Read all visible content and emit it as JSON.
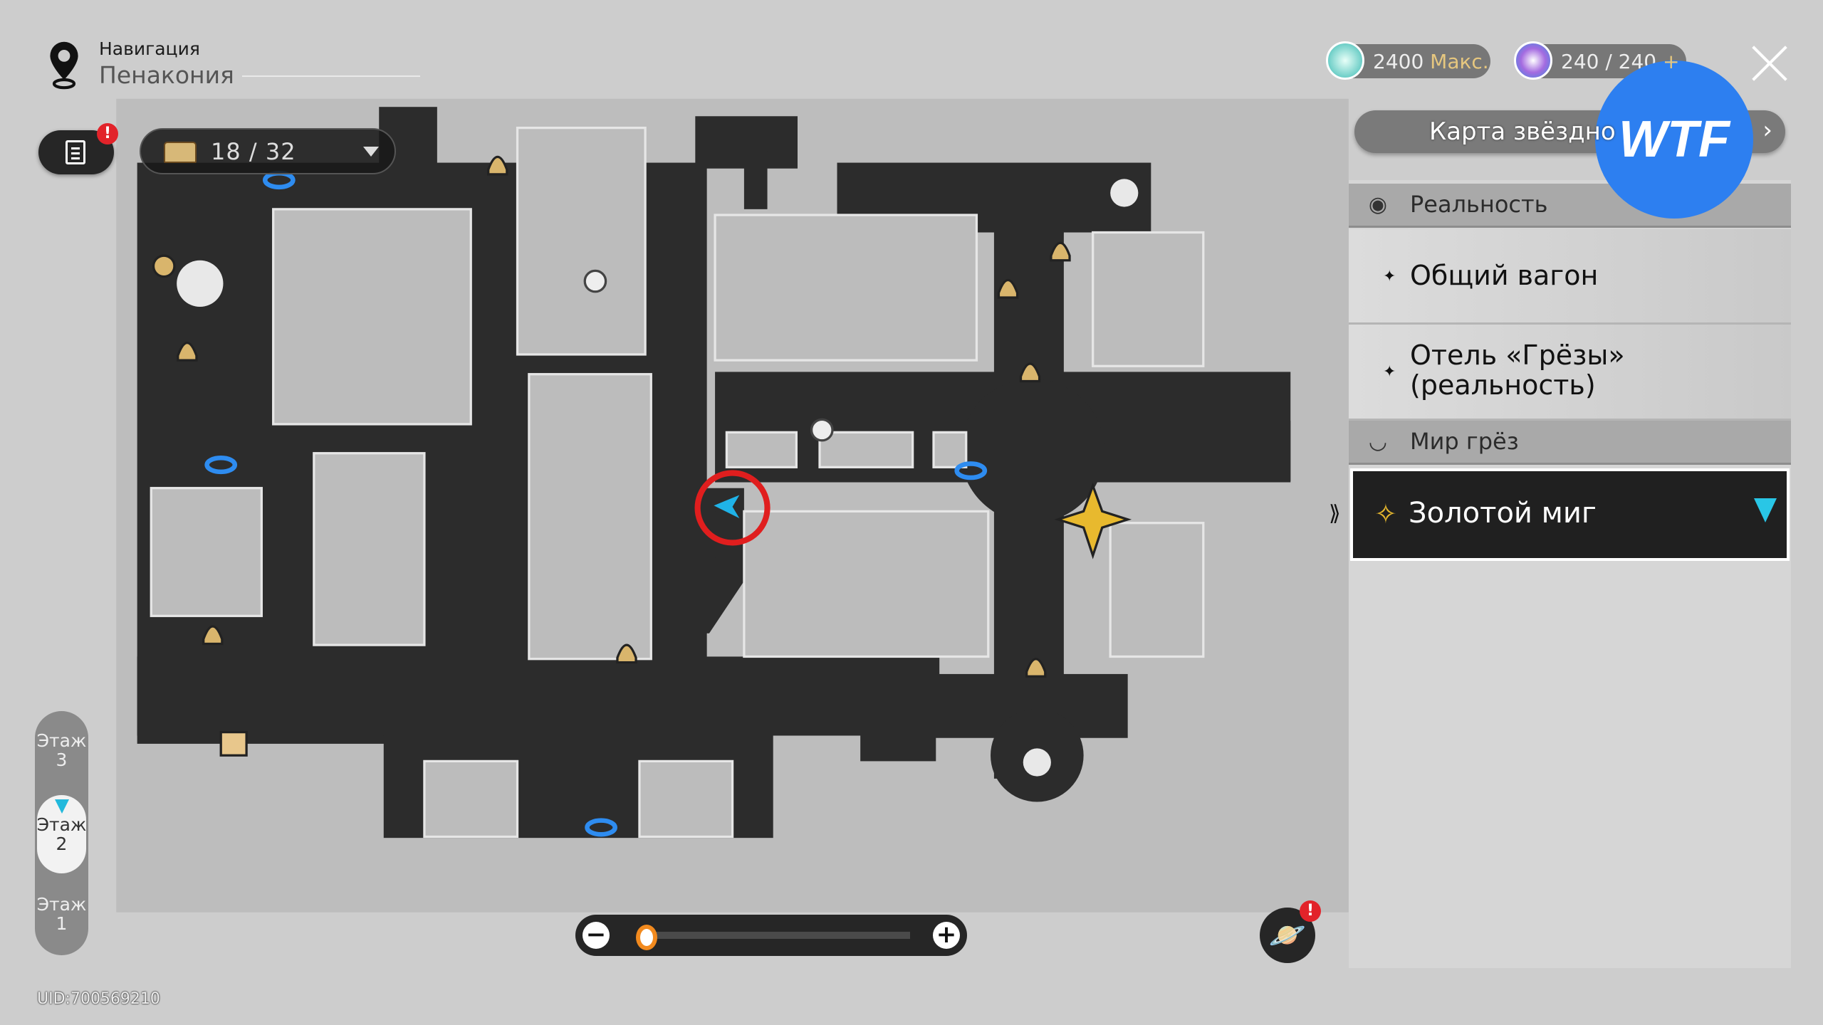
{
  "header": {
    "nav_label": "Навигация",
    "region": "Пенакония",
    "chest_count": "18 / 32",
    "tasks_badge": "!"
  },
  "currencies": [
    {
      "value": "2400",
      "suffix": "Макс.",
      "icon": "trailblaze-fuel-icon"
    },
    {
      "value": "240 / 240",
      "suffix": "+",
      "icon": "trailblaze-power-icon"
    }
  ],
  "star_map_button": "Карта звёздно",
  "watermark": "WTF",
  "panel": {
    "sections": [
      {
        "label": "Реальность",
        "items": [
          "Общий вагон",
          "Отель «Грёзы» (реальность)"
        ]
      },
      {
        "label": "Мир грёз",
        "items": [
          "Золотой миг"
        ]
      }
    ],
    "selected": "Золотой миг"
  },
  "floors": [
    {
      "label": "Этаж",
      "number": "3"
    },
    {
      "label": "Этаж",
      "number": "2",
      "selected": true
    },
    {
      "label": "Этаж",
      "number": "1"
    }
  ],
  "zoom": {
    "minus": "−",
    "plus": "+",
    "level": 0.05
  },
  "planet_badge": "!",
  "uid": "UID:700569210",
  "colors": {
    "accent_blue": "#2d7ff0",
    "gold": "#e8b92e",
    "cyan": "#29c6e6",
    "alert_red": "#e2232a"
  }
}
